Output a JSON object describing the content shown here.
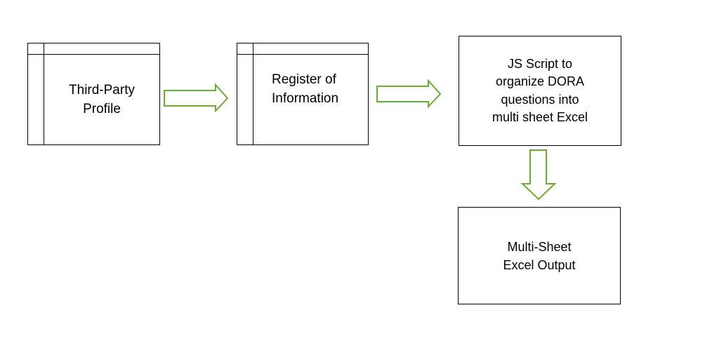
{
  "diagram": {
    "nodes": [
      {
        "id": "third-party-profile",
        "lines": [
          "Third-Party",
          "Profile"
        ]
      },
      {
        "id": "register-of-information",
        "lines": [
          "Register of",
          "Information"
        ]
      },
      {
        "id": "js-script",
        "lines": [
          "JS Script to",
          "organize DORA",
          "questions into",
          "multi sheet Excel"
        ]
      },
      {
        "id": "multi-sheet-output",
        "lines": [
          "Multi-Sheet",
          "Excel Output"
        ]
      }
    ],
    "edges": [
      {
        "from": "third-party-profile",
        "to": "register-of-information"
      },
      {
        "from": "register-of-information",
        "to": "js-script"
      },
      {
        "from": "js-script",
        "to": "multi-sheet-output"
      }
    ],
    "colors": {
      "arrow_stroke": "#6aaa35",
      "box_border": "#000000",
      "text": "#000000"
    }
  }
}
